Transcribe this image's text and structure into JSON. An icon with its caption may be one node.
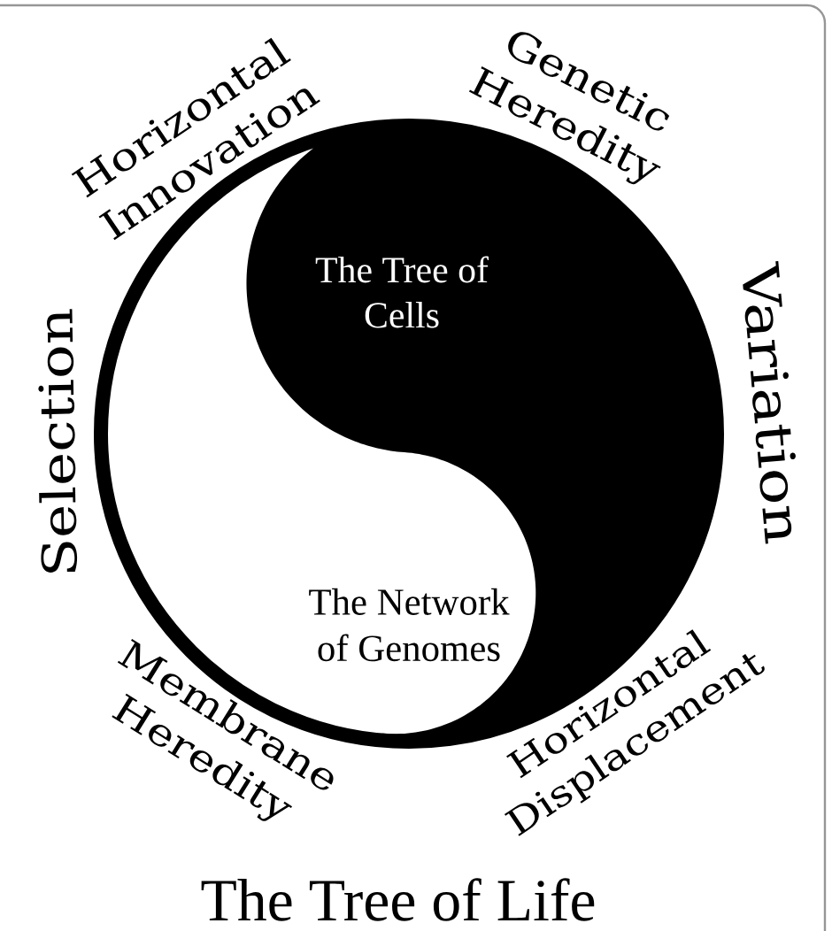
{
  "diagram": {
    "caption": "The Tree of Life",
    "nodes": [
      {
        "text": [
          "The Tree of Cells"
        ]
      },
      {
        "text": [
          "The Network of Genomes"
        ]
      }
    ],
    "labels": [
      "Horizontal Innovation",
      "Genetic Heredity",
      "Selection",
      "Variation",
      "Membrane Heredity",
      "Horizontal Displacement"
    ]
  }
}
